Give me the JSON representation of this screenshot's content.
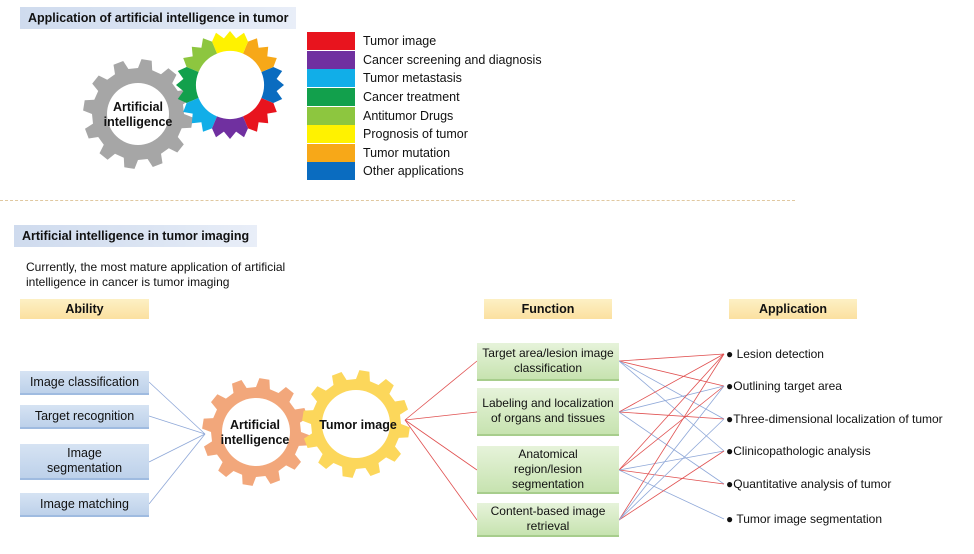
{
  "section1": {
    "title": "Application of artificial intelligence in tumor",
    "gear_label": "Artificial intelligence",
    "legend": [
      {
        "label": "Tumor image",
        "color": "#e8141e"
      },
      {
        "label": "Cancer screening and diagnosis",
        "color": "#7030a0"
      },
      {
        "label": "Tumor metastasis",
        "color": "#11aee8"
      },
      {
        "label": "Cancer treatment",
        "color": "#12a04c"
      },
      {
        "label": "Antitumor Drugs",
        "color": "#8dc63f"
      },
      {
        "label": "Prognosis of tumor",
        "color": "#fff200"
      },
      {
        "label": "Tumor mutation",
        "color": "#f7a818"
      },
      {
        "label": "Other applications",
        "color": "#0a6cc0"
      }
    ]
  },
  "section2": {
    "title": "Artificial intelligence in tumor imaging",
    "intro": "Currently, the most mature application of artificial intelligence in cancer is tumor imaging",
    "headers": {
      "ability": "Ability",
      "function": "Function",
      "application": "Application"
    },
    "abilities": [
      "Image classification",
      "Target recognition",
      "Image segmentation",
      "Image matching"
    ],
    "gear_ai_label": "Artificial intelligence",
    "gear_tumor_label": "Tumor image",
    "functions": [
      "Target area/lesion image classification",
      "Labeling and localization of organs and tissues",
      "Anatomical region/lesion segmentation",
      "Content-based image retrieval"
    ],
    "applications": [
      "● Lesion detection",
      "●Outlining target area",
      "●Three-dimensional localization of tumor",
      "●Clinicopathologic analysis",
      "●Quantitative analysis of tumor",
      "● Tumor image segmentation"
    ],
    "colors": {
      "ai_gear": "#f2a77b",
      "tumor_gear": "#fcd75b",
      "small_gear": "#a6a6a6"
    }
  }
}
